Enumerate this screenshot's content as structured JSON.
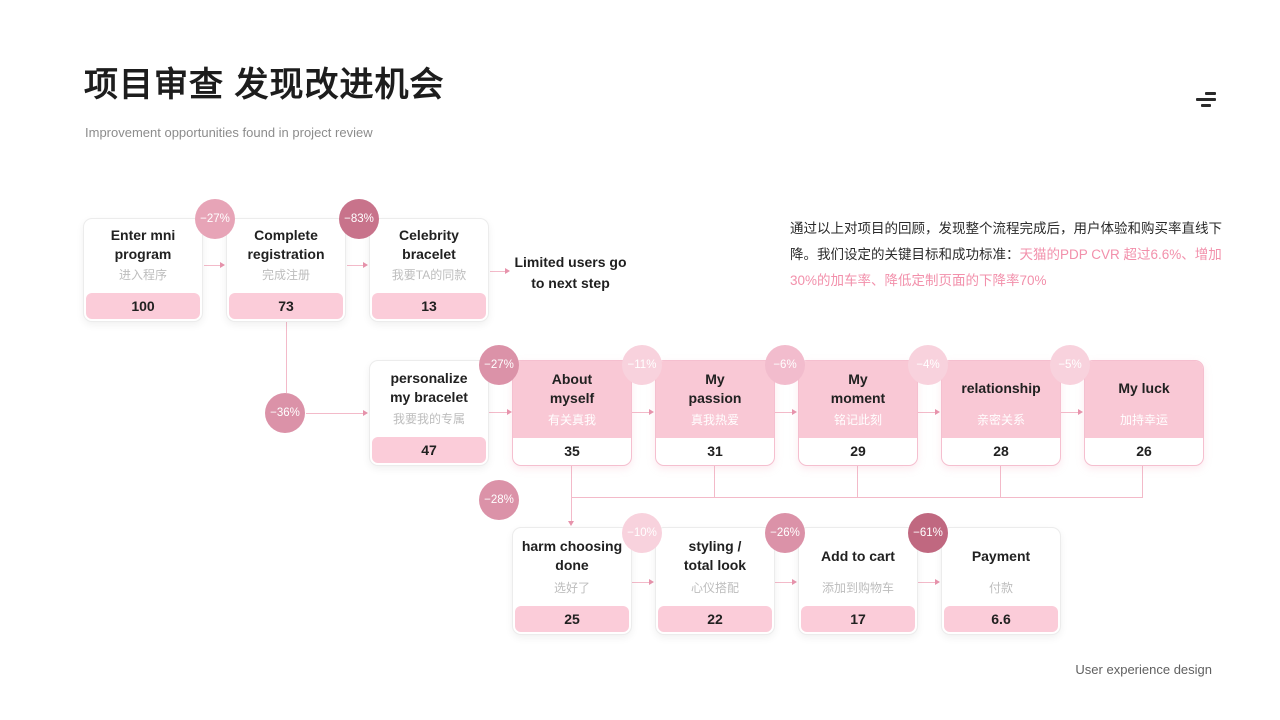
{
  "header": {
    "title": "项目审查 发现改进机会",
    "subtitle": "Improvement opportunities found in project review"
  },
  "note": {
    "normal": "通过以上对项目的回顾，发现整个流程完成后，用户体验和购买率直线下降。我们设定的关键目标和成功标准：",
    "highlight": "天猫的PDP CVR 超过6.6%、增加30%的加车率、降低定制页面的下降率70%"
  },
  "annotation": "Limited users go\nto next step",
  "credit": "User experience design",
  "colors": {
    "box_pink": "#f9c8d5",
    "footer_pink": "#fbccd9",
    "badge_light": "#f8d2dd",
    "badge_mid": "#db92a8",
    "badge_dark": "#c8738b",
    "highlight_text": "#f290ab",
    "connector": "#f3bac9"
  },
  "flow": {
    "row1": [
      {
        "title": "Enter mni\nprogram",
        "subtitle": "进入程序",
        "value": "100"
      },
      {
        "title": "Complete\nregistration",
        "subtitle": "完成注册",
        "value": "73"
      },
      {
        "title": "Celebrity\nbracelet",
        "subtitle": "我要TA的同款",
        "value": "13"
      }
    ],
    "row2": [
      {
        "title": "personalize\nmy bracelet",
        "subtitle": "我要我的专属",
        "value": "47"
      },
      {
        "title": "About\nmyself",
        "subtitle": "有关真我",
        "value": "35"
      },
      {
        "title": "My\npassion",
        "subtitle": "真我热爱",
        "value": "31"
      },
      {
        "title": "My\nmoment",
        "subtitle": "铭记此刻",
        "value": "29"
      },
      {
        "title": "relationship",
        "subtitle": "亲密关系",
        "value": "28"
      },
      {
        "title": "My luck",
        "subtitle": "加持幸运",
        "value": "26"
      }
    ],
    "row3": [
      {
        "title": "harm choosing\ndone",
        "subtitle": "选好了",
        "value": "25"
      },
      {
        "title": "styling /\ntotal look",
        "subtitle": "心仪搭配",
        "value": "22"
      },
      {
        "title": "Add to cart",
        "subtitle": "添加到购物车",
        "value": "17"
      },
      {
        "title": "Payment",
        "subtitle": "付款",
        "value": "6.6"
      }
    ],
    "badges": {
      "r1_1": "−27%",
      "r1_2": "−83%",
      "r2_0": "−36%",
      "r2_1": "−27%",
      "r2_2": "−11%",
      "r2_3": "−6%",
      "r2_4": "−4%",
      "r2_5": "−5%",
      "r3_0": "−28%",
      "r3_1": "−10%",
      "r3_2": "−26%",
      "r3_3": "−61%"
    }
  }
}
